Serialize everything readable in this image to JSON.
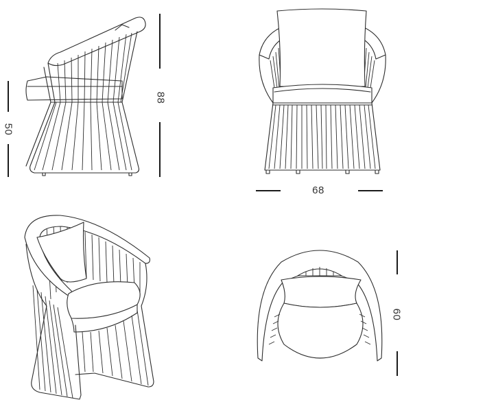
{
  "diagram": {
    "subject": "chair",
    "views": [
      {
        "id": "side",
        "label": "side view"
      },
      {
        "id": "front",
        "label": "front view"
      },
      {
        "id": "perspective",
        "label": "perspective view"
      },
      {
        "id": "top",
        "label": "top view"
      }
    ],
    "dimensions": {
      "seat_height": "50",
      "total_height": "88",
      "width": "68",
      "depth": "60"
    },
    "colors": {
      "line": "#2b2b2b",
      "background": "#ffffff",
      "text": "#333333"
    }
  }
}
